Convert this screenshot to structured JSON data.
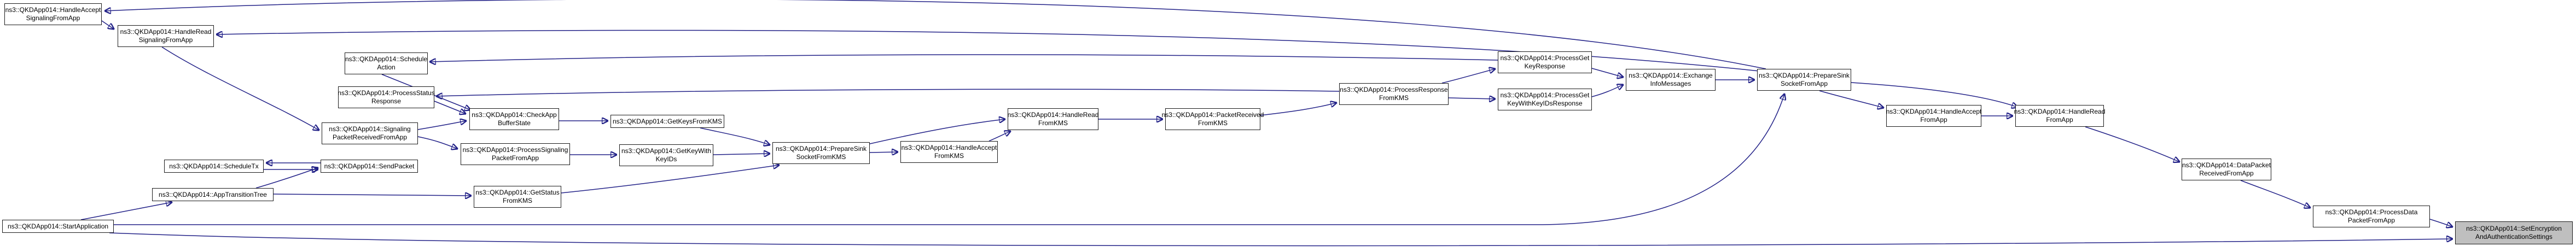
{
  "diagram": {
    "kind": "doxygen-caller-graph",
    "highlighted_node": "ns3::QKDApp014::SetEncryptionAndAuthenticationSettings"
  },
  "colors": {
    "edge": "#232288",
    "node_border": "#1a1a1a",
    "node_fill": "#ffffff",
    "highlight_fill": "#bfbfbf",
    "text": "#000000",
    "background": "#ffffff"
  },
  "nodes": {
    "handleAcceptSignalingFromApp": {
      "line1": "ns3::QKDApp014::HandleAccept",
      "line2": "SignalingFromApp"
    },
    "handleReadSignalingFromApp": {
      "line1": "ns3::QKDApp014::HandleRead",
      "line2": "SignalingFromApp"
    },
    "scheduleAction": {
      "line1": "ns3::QKDApp014::Schedule",
      "line2": "Action"
    },
    "processStatusResponse": {
      "line1": "ns3::QKDApp014::ProcessStatus",
      "line2": "Response"
    },
    "signalingPacketReceivedFromApp": {
      "line1": "ns3::QKDApp014::Signaling",
      "line2": "PacketReceivedFromApp"
    },
    "scheduleTx": {
      "line1": "ns3::QKDApp014::ScheduleTx",
      "line2": ""
    },
    "appTransitionTree": {
      "line1": "ns3::QKDApp014::AppTransitionTree",
      "line2": ""
    },
    "startApplication": {
      "line1": "ns3::QKDApp014::StartApplication",
      "line2": ""
    },
    "sendPacket": {
      "line1": "ns3::QKDApp014::SendPacket",
      "line2": ""
    },
    "checkAppBufferState": {
      "line1": "ns3::QKDApp014::CheckApp",
      "line2": "BufferState"
    },
    "processSignalingPacketFromApp": {
      "line1": "ns3::QKDApp014::ProcessSignaling",
      "line2": "PacketFromApp"
    },
    "getStatusFromKMS": {
      "line1": "ns3::QKDApp014::GetStatus",
      "line2": "FromKMS"
    },
    "getKeysFromKMS": {
      "line1": "ns3::QKDApp014::GetKeysFromKMS",
      "line2": ""
    },
    "getKeyWithKeyIDs": {
      "line1": "ns3::QKDApp014::GetKeyWith",
      "line2": "KeyIDs"
    },
    "prepareSinkSocketFromKMS": {
      "line1": "ns3::QKDApp014::PrepareSink",
      "line2": "SocketFromKMS"
    },
    "handleAcceptFromKMS": {
      "line1": "ns3::QKDApp014::HandleAccept",
      "line2": "FromKMS"
    },
    "handleReadFromKMS": {
      "line1": "ns3::QKDApp014::HandleRead",
      "line2": "FromKMS"
    },
    "packetReceivedFromKMS": {
      "line1": "ns3::QKDApp014::PacketReceived",
      "line2": "FromKMS"
    },
    "processResponseFromKMS": {
      "line1": "ns3::QKDApp014::ProcessResponse",
      "line2": "FromKMS"
    },
    "processGetKeyResponse": {
      "line1": "ns3::QKDApp014::ProcessGet",
      "line2": "KeyResponse"
    },
    "processGetKeyWithKeyIDsResponse": {
      "line1": "ns3::QKDApp014::ProcessGet",
      "line2": "KeyWithKeyIDsResponse"
    },
    "exchangeInfoMessages": {
      "line1": "ns3::QKDApp014::Exchange",
      "line2": "InfoMessages"
    },
    "prepareSinkSocketFromApp": {
      "line1": "ns3::QKDApp014::PrepareSink",
      "line2": "SocketFromApp"
    },
    "handleAcceptFromApp": {
      "line1": "ns3::QKDApp014::HandleAccept",
      "line2": "FromApp"
    },
    "handleReadFromApp": {
      "line1": "ns3::QKDApp014::HandleRead",
      "line2": "FromApp"
    },
    "dataPacketReceivedFromApp": {
      "line1": "ns3::QKDApp014::DataPacket",
      "line2": "ReceivedFromApp"
    },
    "processDataPacketFromApp": {
      "line1": "ns3::QKDApp014::ProcessData",
      "line2": "PacketFromApp"
    },
    "setEncryptionAndAuthenticationSettings": {
      "line1": "ns3::QKDApp014::SetEncryption",
      "line2": "AndAuthenticationSettings"
    }
  },
  "edges": [
    {
      "from": "prepareSinkSocketFromApp",
      "to": "handleAcceptSignalingFromApp"
    },
    {
      "from": "handleAcceptSignalingFromApp",
      "to": "handleReadSignalingFromApp"
    },
    {
      "from": "prepareSinkSocketFromApp",
      "to": "handleReadSignalingFromApp"
    },
    {
      "from": "handleReadSignalingFromApp",
      "to": "signalingPacketReceivedFromApp"
    },
    {
      "from": "signalingPacketReceivedFromApp",
      "to": "checkAppBufferState"
    },
    {
      "from": "signalingPacketReceivedFromApp",
      "to": "processSignalingPacketFromApp"
    },
    {
      "from": "scheduleAction",
      "to": "checkAppBufferState"
    },
    {
      "from": "processStatusResponse",
      "to": "checkAppBufferState"
    },
    {
      "from": "processGetKeyResponse",
      "to": "scheduleAction"
    },
    {
      "from": "processResponseFromKMS",
      "to": "processStatusResponse"
    },
    {
      "from": "checkAppBufferState",
      "to": "getKeysFromKMS"
    },
    {
      "from": "processSignalingPacketFromApp",
      "to": "getKeyWithKeyIDs"
    },
    {
      "from": "getKeysFromKMS",
      "to": "prepareSinkSocketFromKMS"
    },
    {
      "from": "getKeyWithKeyIDs",
      "to": "prepareSinkSocketFromKMS"
    },
    {
      "from": "getStatusFromKMS",
      "to": "prepareSinkSocketFromKMS"
    },
    {
      "from": "prepareSinkSocketFromKMS",
      "to": "handleAcceptFromKMS"
    },
    {
      "from": "prepareSinkSocketFromKMS",
      "to": "handleReadFromKMS"
    },
    {
      "from": "handleAcceptFromKMS",
      "to": "handleReadFromKMS"
    },
    {
      "from": "handleReadFromKMS",
      "to": "packetReceivedFromKMS"
    },
    {
      "from": "packetReceivedFromKMS",
      "to": "processResponseFromKMS"
    },
    {
      "from": "processResponseFromKMS",
      "to": "processGetKeyResponse"
    },
    {
      "from": "processResponseFromKMS",
      "to": "processGetKeyWithKeyIDsResponse"
    },
    {
      "from": "processGetKeyResponse",
      "to": "exchangeInfoMessages"
    },
    {
      "from": "processGetKeyWithKeyIDsResponse",
      "to": "exchangeInfoMessages"
    },
    {
      "from": "exchangeInfoMessages",
      "to": "prepareSinkSocketFromApp"
    },
    {
      "from": "startApplication",
      "to": "appTransitionTree"
    },
    {
      "from": "appTransitionTree",
      "to": "sendPacket"
    },
    {
      "from": "appTransitionTree",
      "to": "getStatusFromKMS"
    },
    {
      "from": "sendPacket",
      "to": "scheduleTx"
    },
    {
      "from": "scheduleTx",
      "to": "sendPacket"
    },
    {
      "from": "startApplication",
      "to": "prepareSinkSocketFromApp"
    },
    {
      "from": "startApplication",
      "to": "setEncryptionAndAuthenticationSettings"
    },
    {
      "from": "prepareSinkSocketFromApp",
      "to": "handleAcceptFromApp"
    },
    {
      "from": "prepareSinkSocketFromApp",
      "to": "handleReadFromApp"
    },
    {
      "from": "handleAcceptFromApp",
      "to": "handleReadFromApp"
    },
    {
      "from": "handleReadFromApp",
      "to": "dataPacketReceivedFromApp"
    },
    {
      "from": "dataPacketReceivedFromApp",
      "to": "processDataPacketFromApp"
    },
    {
      "from": "processDataPacketFromApp",
      "to": "setEncryptionAndAuthenticationSettings"
    }
  ]
}
